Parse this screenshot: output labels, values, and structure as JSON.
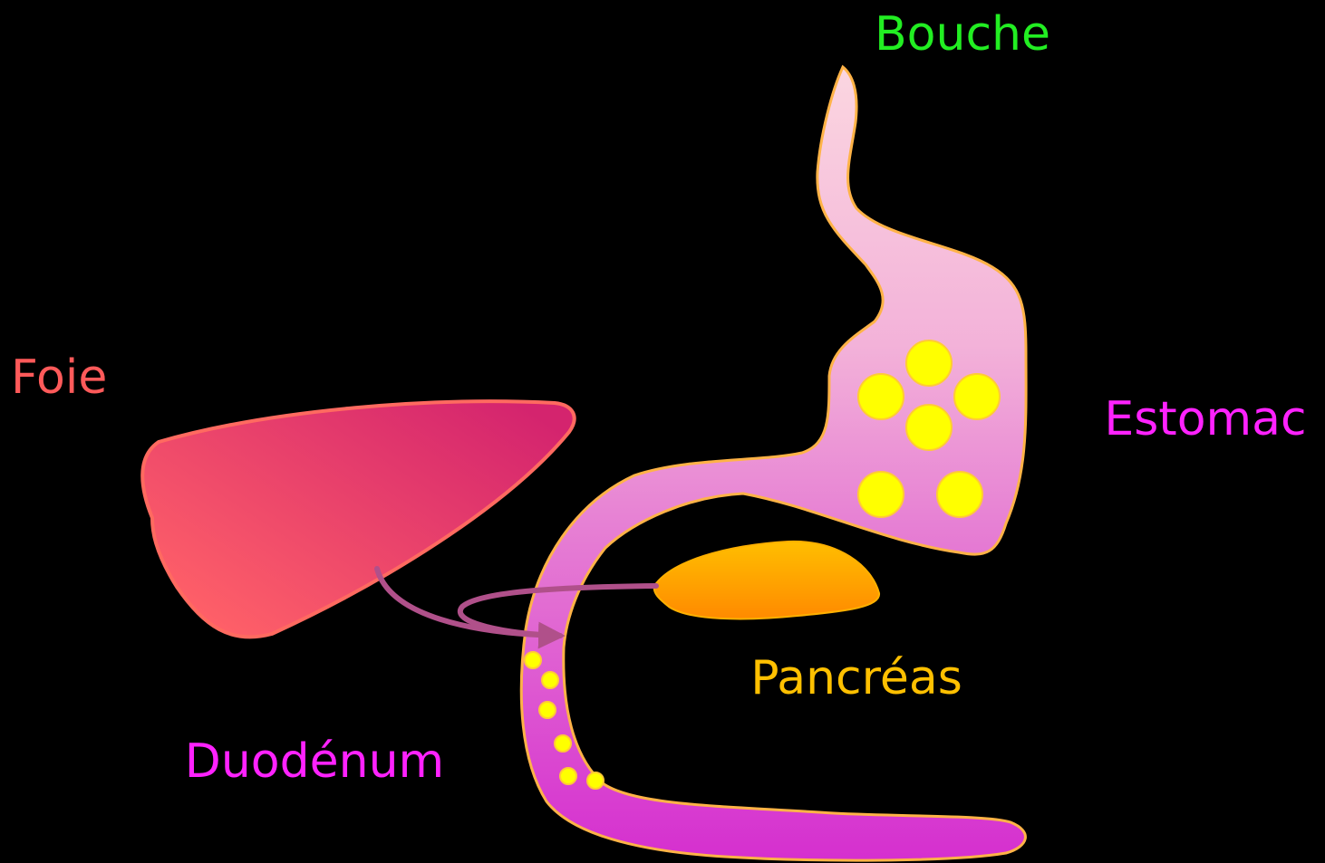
{
  "labels": {
    "mouth": "Bouche",
    "liver": "Foie",
    "stomach": "Estomac",
    "pancreas": "Pancréas",
    "duodenum": "Duodénum"
  },
  "colors": {
    "background": "#000000",
    "mouth_label": "#22ee22",
    "liver_label": "#ff5a5a",
    "stomach_label": "#ff22ff",
    "pancreas_label": "#ffc000",
    "duodenum_label": "#ff22ff",
    "liver_fill": "#e23a6c",
    "digestive_tract_fill": "#e57bd3",
    "pancreas_fill": "#ffaa00",
    "food_particles": "#ffff00",
    "ducts": "#b0508a"
  }
}
